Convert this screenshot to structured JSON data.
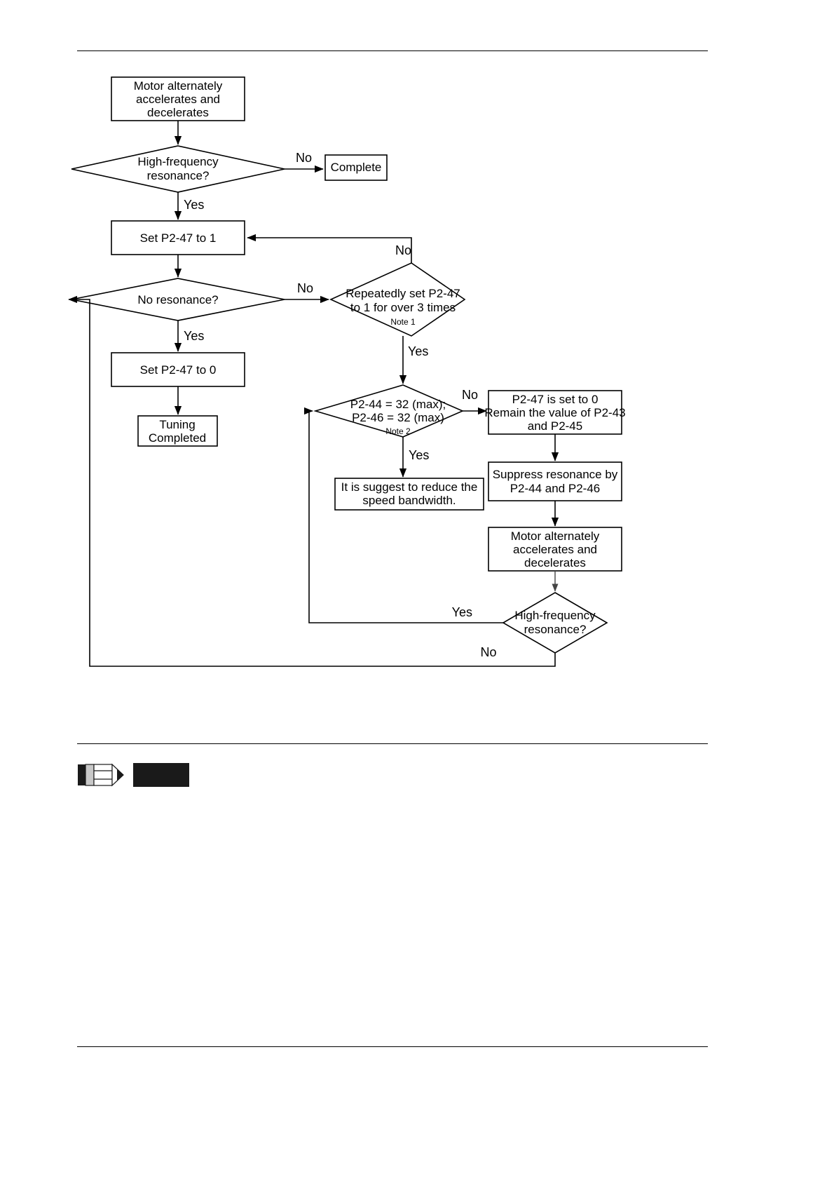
{
  "document": {
    "title": "High-frequency resonance suppression tuning flowchart",
    "has_top_rule": true,
    "has_mid_rule": true,
    "has_bottom_rule": true
  },
  "flowchart": {
    "type": "flowchart",
    "orientation": "top-down",
    "nodes": [
      {
        "id": "start-motor",
        "shape": "process",
        "text_lines": [
          "Motor alternately",
          "accelerates and",
          "decelerates"
        ]
      },
      {
        "id": "decision-hf-1",
        "shape": "decision",
        "text_lines": [
          "High-frequency",
          "resonance?"
        ]
      },
      {
        "id": "complete",
        "shape": "process",
        "text_lines": [
          "Complete"
        ]
      },
      {
        "id": "set-p247-1",
        "shape": "process",
        "text_lines": [
          "Set P2-47 to 1"
        ]
      },
      {
        "id": "decision-no-resonance",
        "shape": "decision",
        "text_lines": [
          "No resonance?"
        ]
      },
      {
        "id": "decision-repeat",
        "shape": "decision",
        "text_lines": [
          "Repeatedly set P2-47",
          "to 1 for over 3 times"
        ],
        "note": "Note 1"
      },
      {
        "id": "set-p247-0",
        "shape": "process",
        "text_lines": [
          "Set P2-47 to 0"
        ]
      },
      {
        "id": "tuning-completed",
        "shape": "process",
        "text_lines": [
          "Tuning",
          "Completed"
        ]
      },
      {
        "id": "decision-p244-p246",
        "shape": "decision",
        "text_lines": [
          "P2-44 = 32 (max);",
          "P2-46 = 32 (max)"
        ],
        "note": "Note 2"
      },
      {
        "id": "remain-values",
        "shape": "process",
        "text_lines": [
          "P2-47 is set to 0",
          "Remain the value of P2-43",
          "and P2-45"
        ]
      },
      {
        "id": "suppress-resonance",
        "shape": "process",
        "text_lines": [
          "Suppress resonance by",
          "P2-44 and P2-46"
        ]
      },
      {
        "id": "motor-again",
        "shape": "process",
        "text_lines": [
          "Motor alternately",
          "accelerates and",
          "decelerates"
        ]
      },
      {
        "id": "reduce-bandwidth",
        "shape": "process",
        "text_lines": [
          "It is suggest to reduce the",
          "speed bandwidth."
        ]
      },
      {
        "id": "decision-hf-2",
        "shape": "decision",
        "text_lines": [
          "High-frequency",
          "resonance?"
        ]
      }
    ],
    "edges": [
      {
        "from": "start-motor",
        "to": "decision-hf-1",
        "label": ""
      },
      {
        "from": "decision-hf-1",
        "to": "complete",
        "label": "No"
      },
      {
        "from": "decision-hf-1",
        "to": "set-p247-1",
        "label": "Yes"
      },
      {
        "from": "set-p247-1",
        "to": "decision-no-resonance",
        "label": ""
      },
      {
        "from": "decision-no-resonance",
        "to": "decision-repeat",
        "label": "No"
      },
      {
        "from": "decision-no-resonance",
        "to": "set-p247-0",
        "label": "Yes"
      },
      {
        "from": "decision-repeat",
        "to": "set-p247-1",
        "label": "No"
      },
      {
        "from": "decision-repeat",
        "to": "decision-p244-p246",
        "label": "Yes"
      },
      {
        "from": "set-p247-0",
        "to": "tuning-completed",
        "label": ""
      },
      {
        "from": "decision-p244-p246",
        "to": "remain-values",
        "label": "No"
      },
      {
        "from": "decision-p244-p246",
        "to": "reduce-bandwidth",
        "label": "Yes"
      },
      {
        "from": "remain-values",
        "to": "suppress-resonance",
        "label": ""
      },
      {
        "from": "suppress-resonance",
        "to": "motor-again",
        "label": ""
      },
      {
        "from": "motor-again",
        "to": "decision-hf-2",
        "label": ""
      },
      {
        "from": "decision-hf-2",
        "to": "decision-p244-p246",
        "label": "Yes"
      },
      {
        "from": "decision-hf-2",
        "to": "decision-no-resonance",
        "label": "No"
      }
    ],
    "labels": {
      "no": "No",
      "yes": "Yes",
      "note1": "Note 1",
      "note2": "Note 2"
    },
    "node_text": {
      "start_motor_l1": "Motor alternately",
      "start_motor_l2": "accelerates and",
      "start_motor_l3": "decelerates",
      "hf1_l1": "High-frequency",
      "hf1_l2": "resonance?",
      "complete": "Complete",
      "set_p247_1": "Set P2-47 to 1",
      "no_resonance": "No resonance?",
      "repeat_l1": "Repeatedly set P2-47",
      "repeat_l2": "to 1 for over 3 times",
      "set_p247_0": "Set P2-47 to 0",
      "tuning_l1": "Tuning",
      "tuning_l2": "Completed",
      "p244_l1": "P2-44 = 32 (max);",
      "p244_l2": "P2-46 = 32 (max)",
      "remain_l1": "P2-47 is set to 0",
      "remain_l2": "Remain the value of P2-43",
      "remain_l3": "and P2-45",
      "suppress_l1": "Suppress resonance by",
      "suppress_l2": "P2-44 and P2-46",
      "motor2_l1": "Motor alternately",
      "motor2_l2": "accelerates and",
      "motor2_l3": "decelerates",
      "reduce_l1": "It is suggest to reduce the",
      "reduce_l2": "speed bandwidth.",
      "hf2_l1": "High-frequency",
      "hf2_l2": "resonance?"
    },
    "edge_labels": {
      "hf1_no": "No",
      "hf1_yes": "Yes",
      "nores_no": "No",
      "nores_yes": "Yes",
      "repeat_no": "No",
      "repeat_yes": "Yes",
      "p244_no": "No",
      "p244_yes": "Yes",
      "hf2_yes": "Yes",
      "hf2_no": "No"
    }
  },
  "footer_note": {
    "icon": "pencil-note-icon",
    "redacted_bar": true,
    "text": ""
  },
  "colors": {
    "line": "#000000",
    "fill": "#ffffff",
    "redaction": "#1a1a1a",
    "pencil_body": "#c8c8c8"
  }
}
